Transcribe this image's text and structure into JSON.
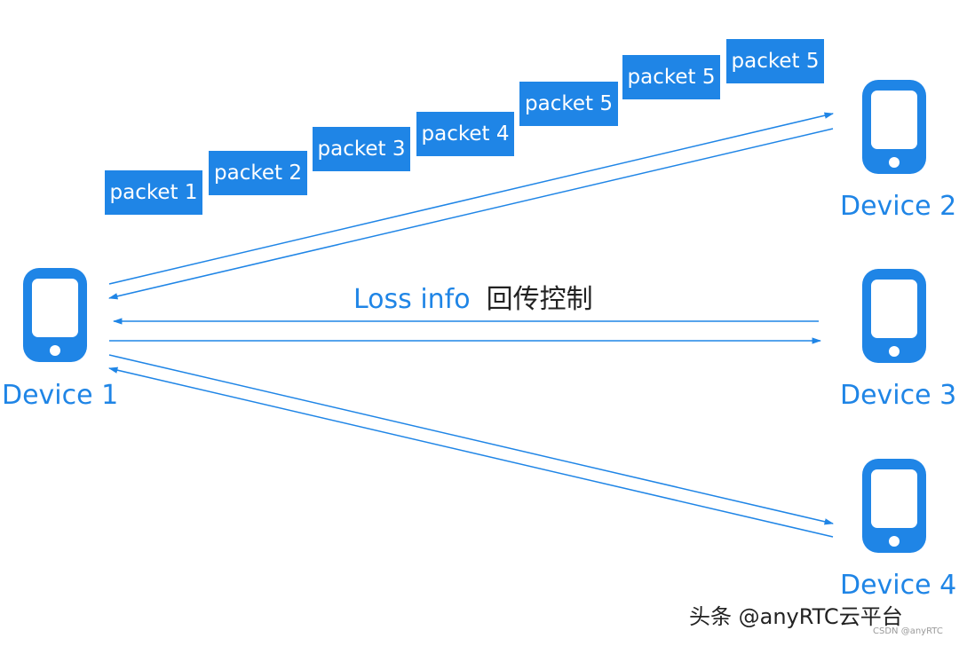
{
  "devices": {
    "d1": "Device 1",
    "d2": "Device 2",
    "d3": "Device 3",
    "d4": "Device 4"
  },
  "packets": [
    "packet 1",
    "packet 2",
    "packet 3",
    "packet 4",
    "packet 5",
    "packet 5"
  ],
  "loss_label": {
    "en": "Loss info",
    "zh": "回传控制"
  },
  "watermark": {
    "main": "头条 @anyRTC云平台",
    "sub": "CSDN @anyRTC"
  },
  "colors": {
    "accent": "#1f85e6"
  }
}
